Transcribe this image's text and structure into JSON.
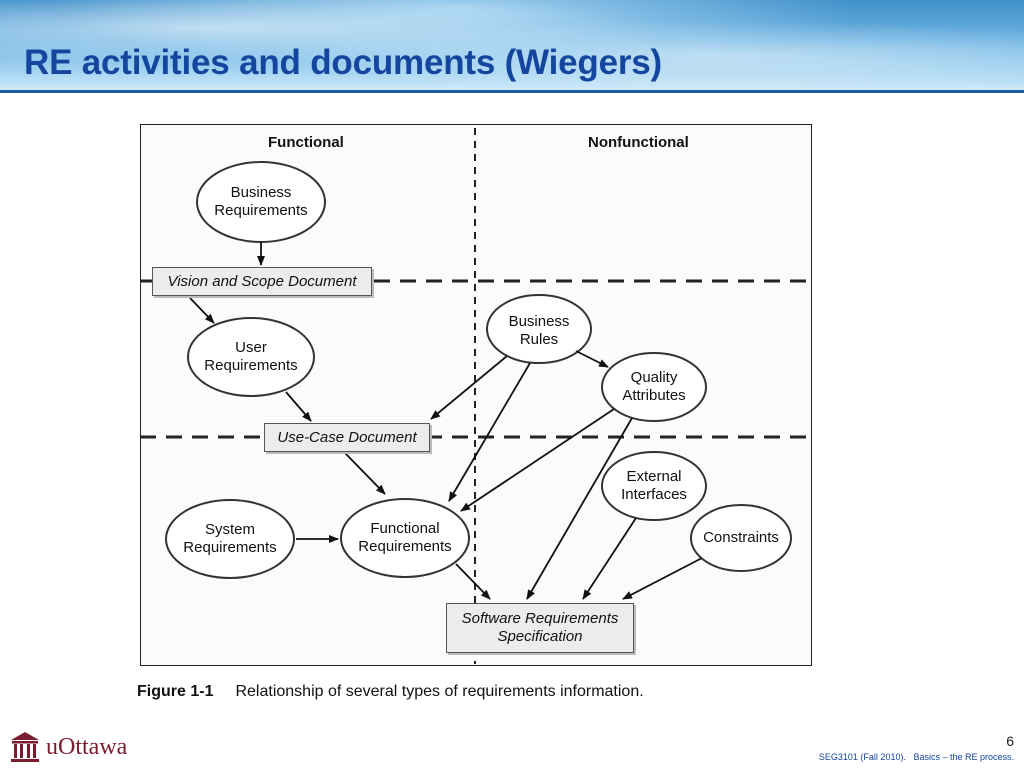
{
  "slide": {
    "title": "RE activities and documents (Wiegers)",
    "page_number": "6",
    "footer": "SEG3101 (Fall 2010).   Basics – the RE process.",
    "logo_text": "uOttawa"
  },
  "figure": {
    "columns": {
      "functional": "Functional",
      "nonfunctional": "Nonfunctional"
    },
    "nodes": {
      "business_requirements": "Business Requirements",
      "user_requirements": "User Requirements",
      "business_rules": "Business Rules",
      "quality_attributes": "Quality Attributes",
      "system_requirements": "System Requirements",
      "functional_requirements": "Functional Requirements",
      "external_interfaces": "External Interfaces",
      "constraints": "Constraints"
    },
    "documents": {
      "vision_scope": "Vision and Scope Document",
      "use_case": "Use-Case Document",
      "srs": "Software Requirements Specification"
    },
    "caption": {
      "label": "Figure 1-1",
      "text": "Relationship of several types of requirements information."
    }
  },
  "colors": {
    "title": "#1446a0",
    "header_rule": "#1a5ea8",
    "logo": "#7a1c2e"
  }
}
